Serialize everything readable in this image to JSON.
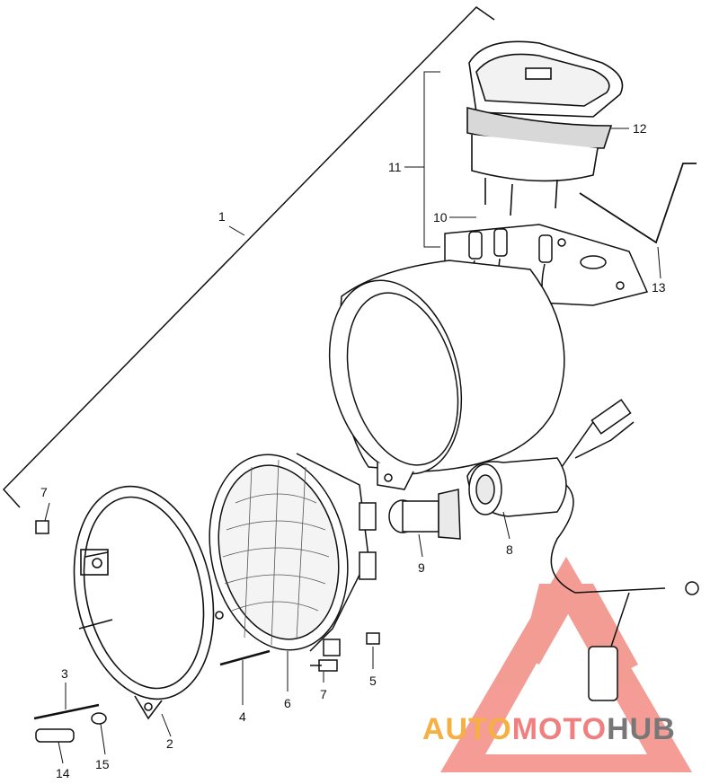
{
  "diagram": {
    "callouts": [
      {
        "id": "c1",
        "text": "1"
      },
      {
        "id": "c2",
        "text": "2"
      },
      {
        "id": "c3",
        "text": "3"
      },
      {
        "id": "c4",
        "text": "4"
      },
      {
        "id": "c5",
        "text": "5"
      },
      {
        "id": "c6",
        "text": "6"
      },
      {
        "id": "c7a",
        "text": "7"
      },
      {
        "id": "c7b",
        "text": "7"
      },
      {
        "id": "c8",
        "text": "8"
      },
      {
        "id": "c9",
        "text": "9"
      },
      {
        "id": "c10",
        "text": "10"
      },
      {
        "id": "c11",
        "text": "11"
      },
      {
        "id": "c12",
        "text": "12"
      },
      {
        "id": "c13",
        "text": "13"
      },
      {
        "id": "c14",
        "text": "14"
      },
      {
        "id": "c15",
        "text": "15"
      }
    ]
  },
  "watermark": {
    "part1": "AUTO",
    "part2": "MOTO",
    "part3": "HUB",
    "colors": {
      "auto": "#f5b041",
      "moto": "#f08080",
      "hub": "#777777",
      "logo": "#f28b82"
    }
  }
}
